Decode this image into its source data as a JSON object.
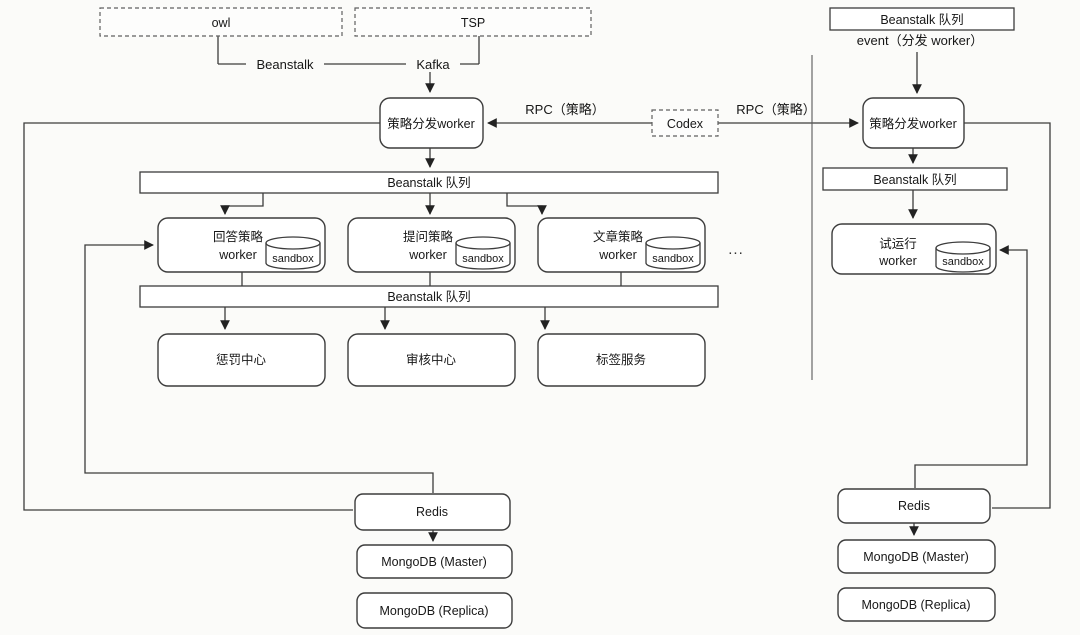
{
  "diagram": {
    "sources": {
      "owl": "owl",
      "tsp": "TSP"
    },
    "labels": {
      "beanstalk": "Beanstalk",
      "kafka": "Kafka",
      "rpc_left": "RPC（策略）",
      "rpc_right": "RPC（策略）",
      "event": "event（分发 worker）",
      "ellipsis": "..."
    },
    "codex": "Codex",
    "main": {
      "dispatcher": "策略分发worker",
      "queue1": "Beanstalk 队列",
      "queue2": "Beanstalk 队列",
      "workers": [
        {
          "title": "回答策略",
          "subtitle": "worker",
          "sandbox": "sandbox"
        },
        {
          "title": "提问策略",
          "subtitle": "worker",
          "sandbox": "sandbox"
        },
        {
          "title": "文章策略",
          "subtitle": "worker",
          "sandbox": "sandbox"
        }
      ],
      "services": [
        "惩罚中心",
        "审核中心",
        "标签服务"
      ],
      "redis": "Redis",
      "mongo_master": "MongoDB (Master)",
      "mongo_replica": "MongoDB (Replica)"
    },
    "right": {
      "queue_top": "Beanstalk 队列",
      "dispatcher": "策略分发worker",
      "queue": "Beanstalk 队列",
      "trial": {
        "title": "试运行",
        "subtitle": "worker",
        "sandbox": "sandbox"
      },
      "redis": "Redis",
      "mongo_master": "MongoDB (Master)",
      "mongo_replica": "MongoDB (Replica)"
    }
  }
}
